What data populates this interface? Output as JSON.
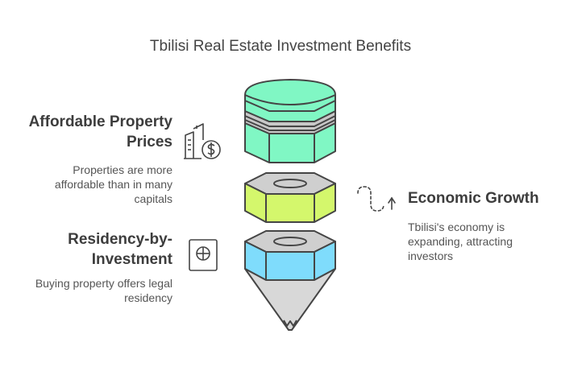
{
  "title": "Tbilisi Real Estate Investment Benefits",
  "items": [
    {
      "heading": "Affordable Property Prices",
      "heading_lines": [
        "Affordable Property",
        "Prices"
      ],
      "description_lines": [
        "Properties are more",
        "affordable than in many",
        "capitals"
      ],
      "icon": "building-dollar-icon",
      "color": "#80f7c4"
    },
    {
      "heading": "Economic Growth",
      "heading_lines": [
        "Economic Growth"
      ],
      "description_lines": [
        "Tbilisi's economy is",
        "expanding, attracting",
        "investors"
      ],
      "icon": "growth-path-arrow-icon",
      "color": "#d4f76c"
    },
    {
      "heading": "Residency-by-Investment",
      "heading_lines": [
        "Residency-by-",
        "Investment"
      ],
      "description_lines": [
        "Buying property offers legal",
        "residency"
      ],
      "icon": "safe-icon",
      "color": "#7fdcfc"
    }
  ],
  "colors": {
    "stroke": "#454545",
    "tip": "#d8d8d8",
    "top_band": "#c8c8c8"
  }
}
